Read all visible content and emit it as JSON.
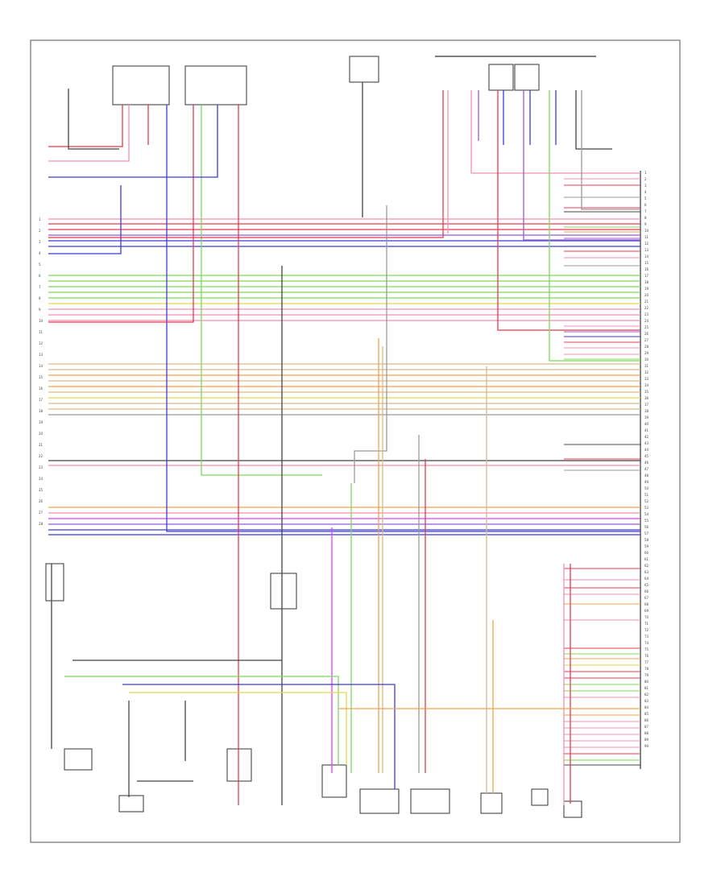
{
  "diagram": {
    "footer_code": "",
    "left_pins": [
      "1",
      "2",
      "3",
      "4",
      "5",
      "6",
      "7",
      "8",
      "9",
      "10",
      "11",
      "12",
      "13",
      "14",
      "15",
      "16",
      "17",
      "18",
      "19",
      "20",
      "21",
      "22",
      "23",
      "24",
      "25",
      "26",
      "27",
      "28"
    ],
    "right_pins": [
      "1",
      "2",
      "3",
      "4",
      "5",
      "6",
      "7",
      "8",
      "9",
      "10",
      "11",
      "12",
      "13",
      "14",
      "15",
      "16",
      "17",
      "18",
      "19",
      "20",
      "21",
      "22",
      "23",
      "24",
      "25",
      "26",
      "27",
      "28",
      "29",
      "30",
      "31",
      "32",
      "33",
      "34",
      "35",
      "36",
      "37",
      "38",
      "39",
      "40",
      "41",
      "42",
      "43",
      "44",
      "45",
      "46",
      "47",
      "48",
      "49",
      "50",
      "51",
      "52",
      "53",
      "54",
      "55",
      "56",
      "57",
      "58",
      "59",
      "60",
      "61",
      "62",
      "63",
      "64",
      "65",
      "66",
      "67",
      "68",
      "69",
      "70",
      "71",
      "72",
      "73",
      "74",
      "75",
      "76",
      "77",
      "78",
      "79",
      "80",
      "81",
      "82",
      "83",
      "84",
      "85",
      "86",
      "87",
      "88",
      "89",
      "90"
    ],
    "colors": {
      "red": "#e8384f",
      "pink": "#f48fb1",
      "blue": "#3b3bd8",
      "violet": "#9b59d6",
      "green": "#7ed957",
      "yellow": "#e6d64a",
      "orange": "#f5a04a",
      "tan": "#d9b98a",
      "gray": "#9a9a9a",
      "dark": "#444444",
      "brown": "#a0522d",
      "magenta": "#e040fb"
    }
  }
}
